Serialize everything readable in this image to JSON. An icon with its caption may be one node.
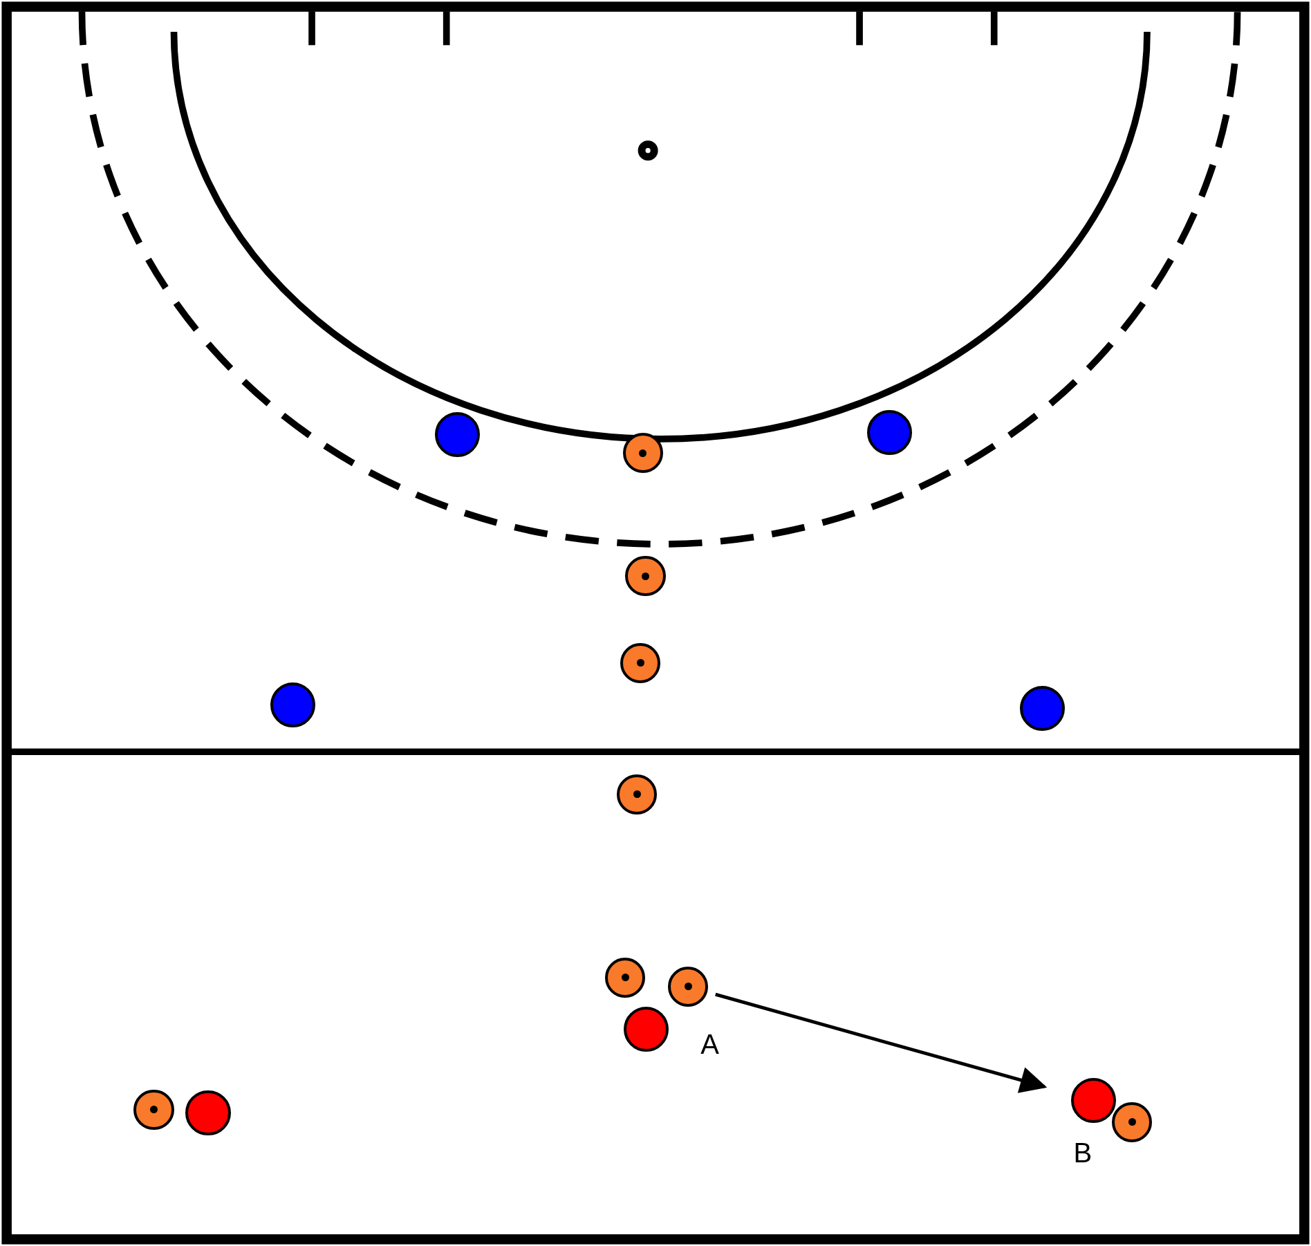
{
  "diagram": {
    "nodes": [
      {
        "text": [],
        "shape": "circle"
      },
      {
        "text": [],
        "shape": "circle"
      },
      {
        "text": [],
        "shape": "circle"
      },
      {
        "text": [],
        "shape": "circle"
      },
      {
        "text": [],
        "shape": "circle"
      },
      {
        "text": [],
        "shape": "circle"
      },
      {
        "text": [],
        "shape": "circle"
      },
      {
        "text": [],
        "shape": "circle"
      },
      {
        "text": [],
        "shape": "circle"
      },
      {
        "text": [],
        "shape": "circle"
      },
      {
        "text": [],
        "shape": "circle"
      },
      {
        "text": [],
        "shape": "circle"
      },
      {
        "text": [],
        "shape": "circle"
      },
      {
        "text": [],
        "shape": "circle"
      },
      {
        "text": [],
        "shape": "circle"
      }
    ],
    "edges": [
      {
        "from": 9,
        "to": 11,
        "arrow": "to"
      }
    ],
    "labels": [
      "A",
      "B"
    ]
  }
}
